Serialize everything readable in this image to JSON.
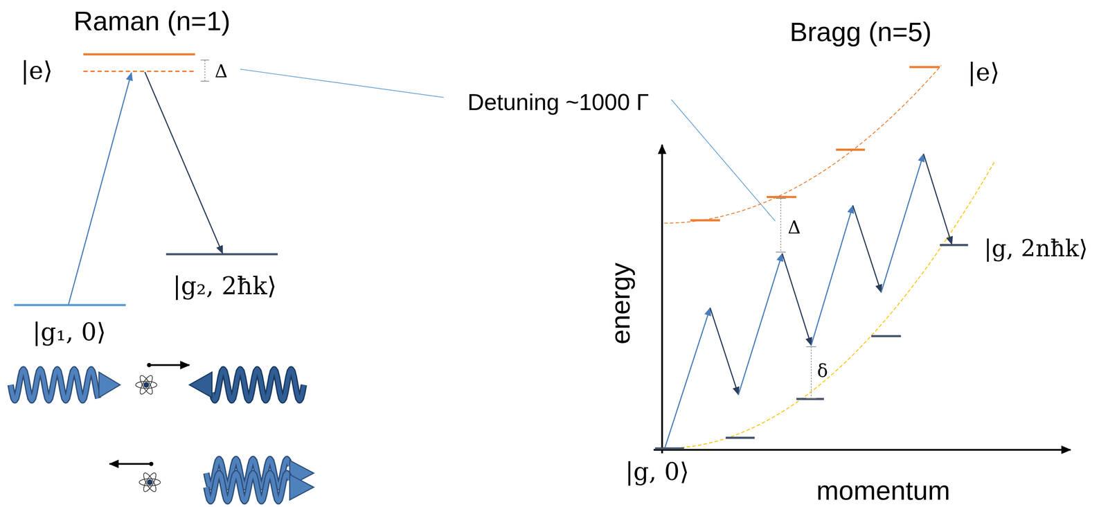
{
  "diagram": {
    "labels": [
      "Raman (n=1)",
      "|e⟩",
      "Δ",
      "|g₂, 2ħk⟩",
      "|g₁, 0⟩",
      "Detuning ~1000 Γ",
      "Bragg (n=5)",
      "|e⟩",
      "Δ",
      "δ",
      "|g, 2nħk⟩",
      "energy",
      "|g, 0⟩",
      "momentum"
    ]
  }
}
